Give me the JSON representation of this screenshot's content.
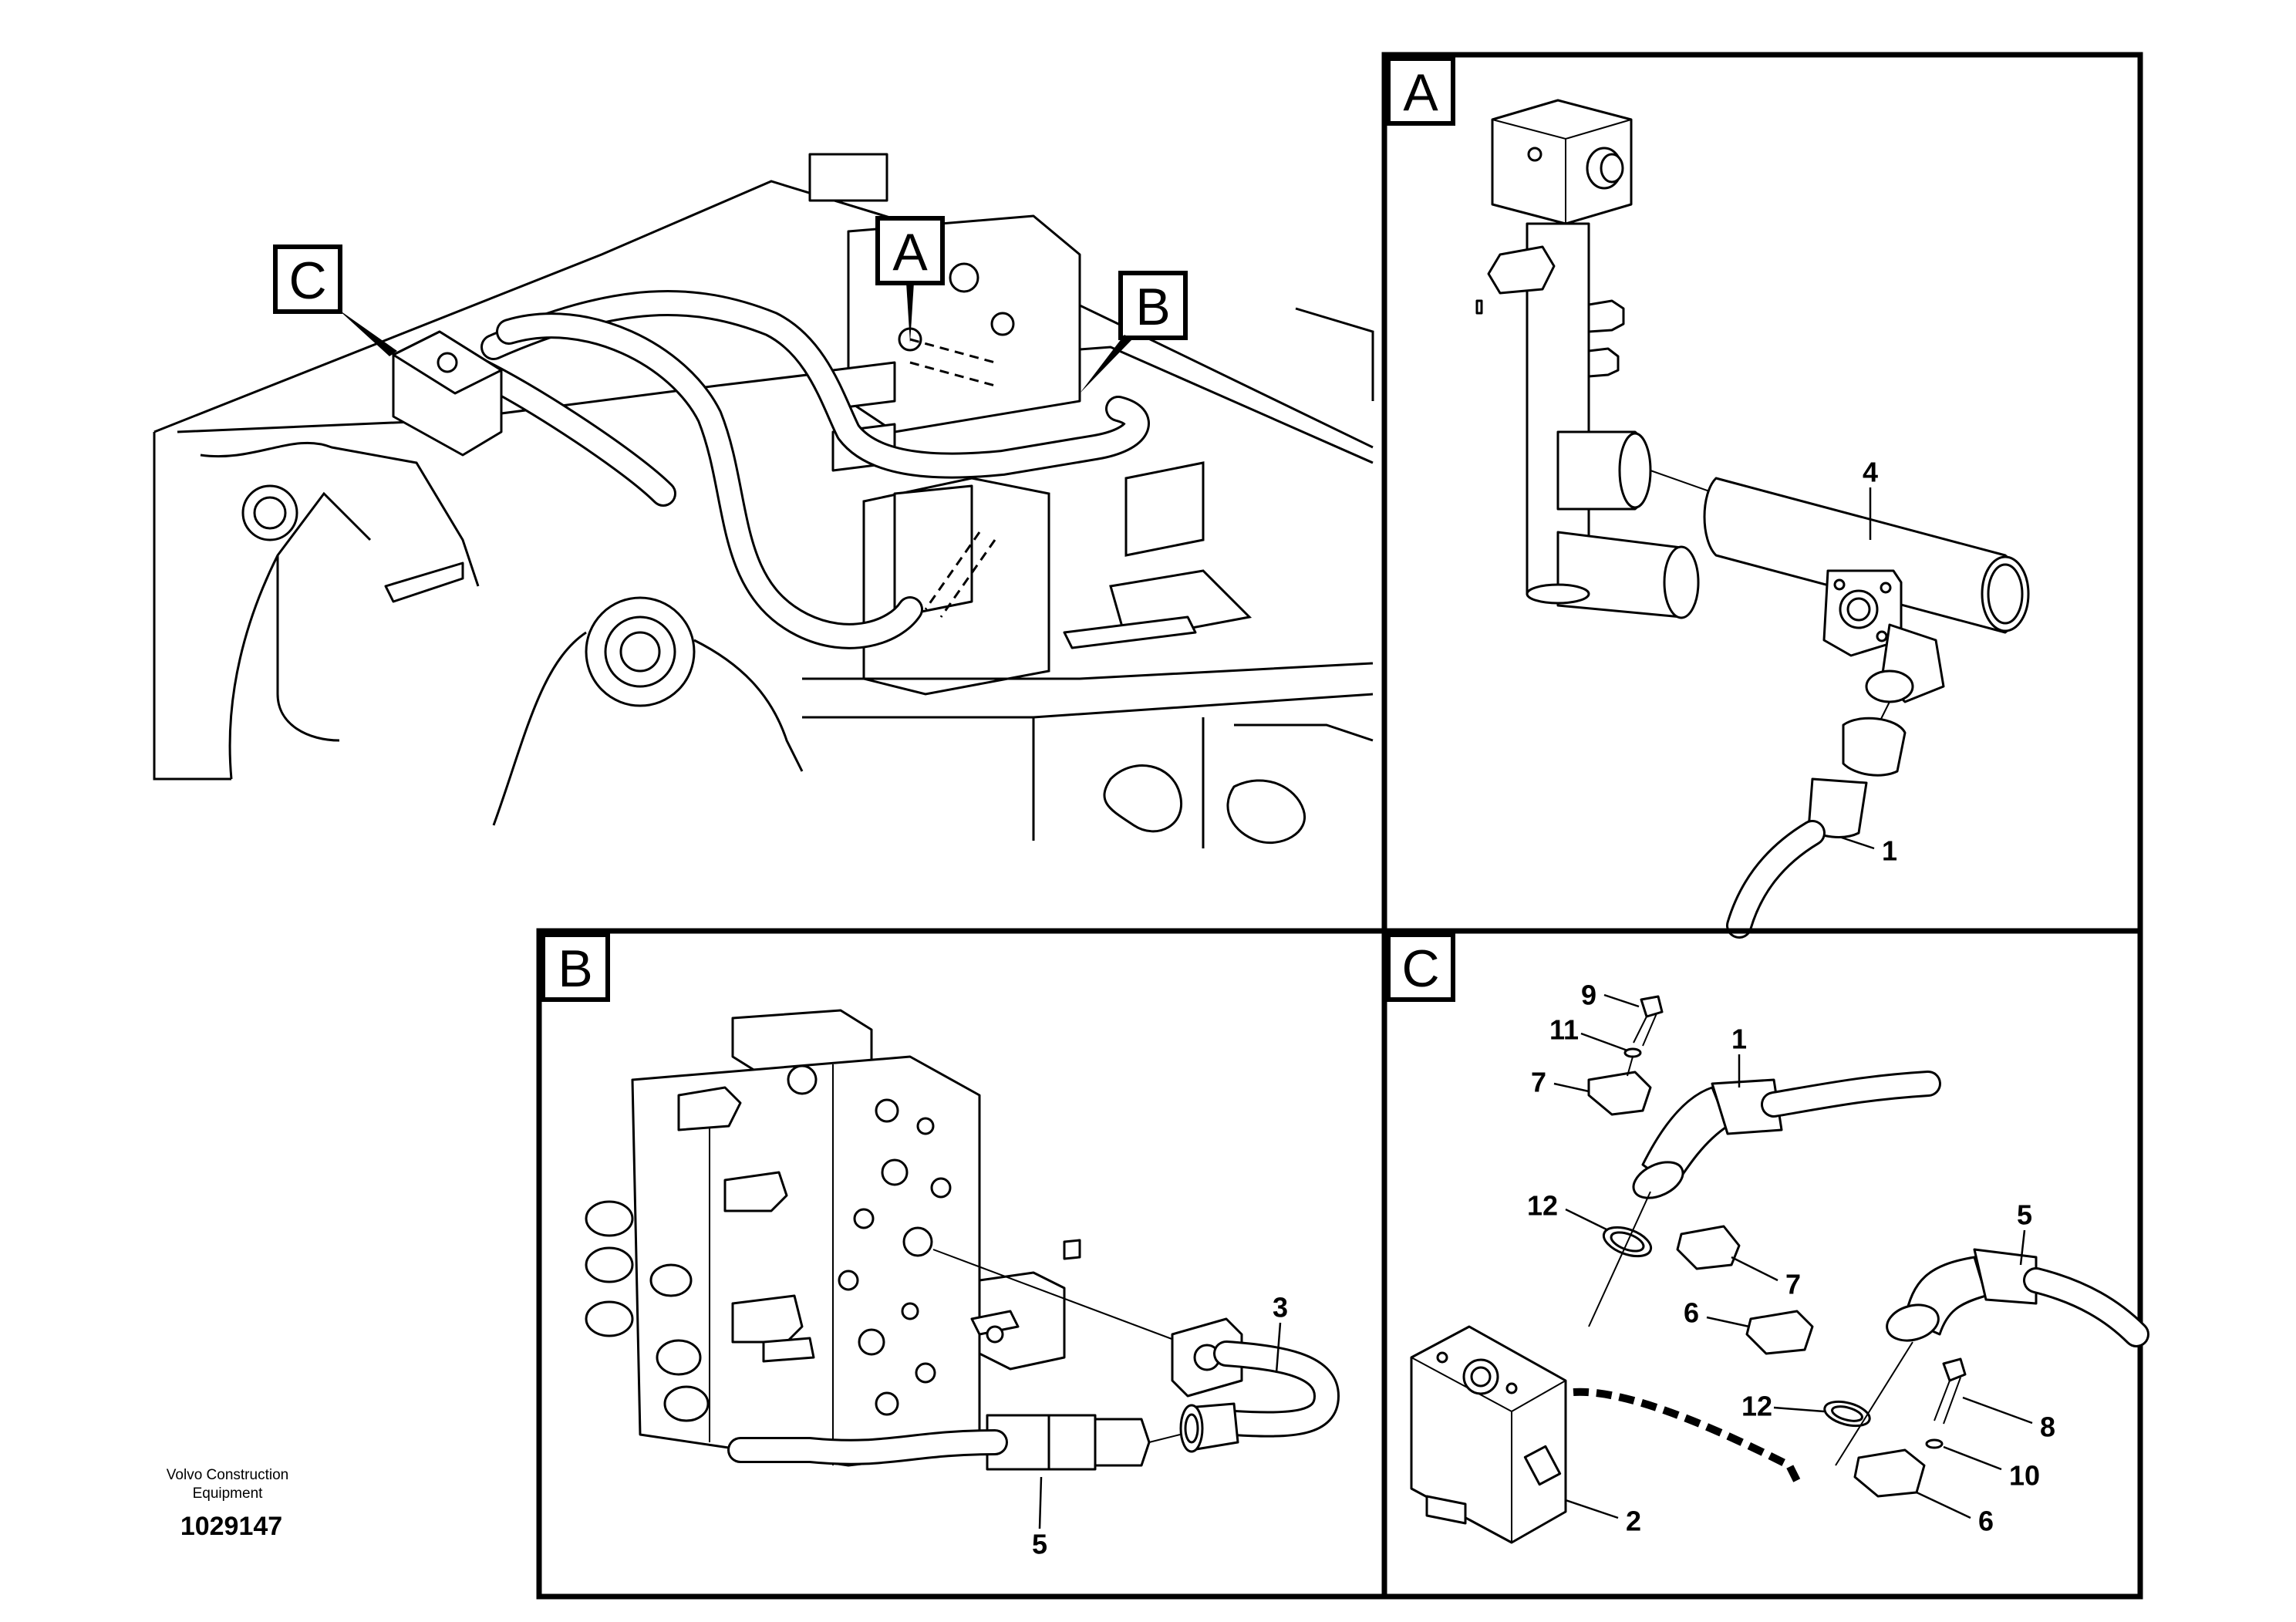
{
  "brand": {
    "company_line1": "Volvo Construction",
    "company_line2": "Equipment",
    "document_number": "1029147"
  },
  "overview": {
    "callouts": [
      "A",
      "B",
      "C"
    ]
  },
  "panels": {
    "A": {
      "label": "A",
      "parts": [
        "4",
        "1"
      ]
    },
    "B": {
      "label": "B",
      "parts": [
        "3",
        "5"
      ]
    },
    "C": {
      "label": "C",
      "parts": [
        "9",
        "11",
        "7",
        "1",
        "12",
        "7",
        "5",
        "6",
        "12",
        "8",
        "10",
        "2",
        "6"
      ]
    }
  }
}
